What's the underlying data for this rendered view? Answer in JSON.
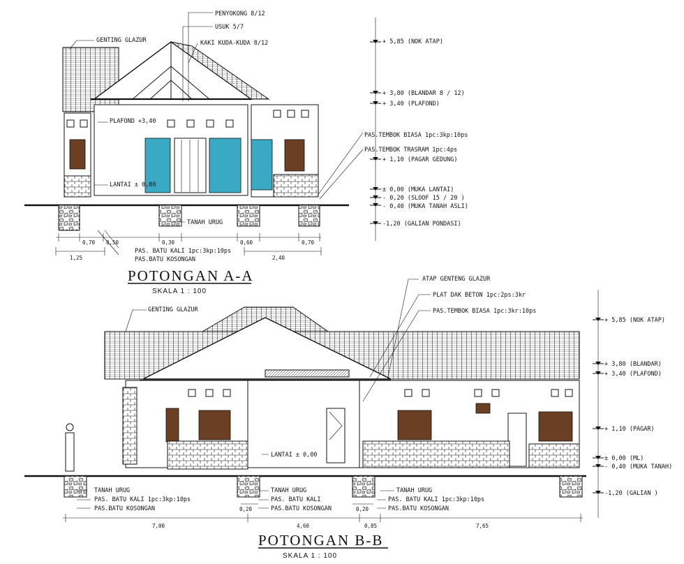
{
  "section_a": {
    "title": "POTONGAN A-A",
    "scale": "SKALA    1  :  100",
    "labels": {
      "genting": "GENTING GLAZUR",
      "penyokong": "PENYOKONG 8/12",
      "usuk": "USUK 5/7",
      "kaki_kuda": "KAKI KUDA-KUDA 8/12",
      "plafond": "PLAFOND +3,40",
      "lantai": "LANTAI ± 0,00",
      "tanah_urug": "TANAH URUG",
      "batu_kali": "PAS. BATU KALI 1pc:3kp:10ps",
      "batu_kosongan": "PAS.BATU KOSONGAN",
      "tembok_biasa": "PAS.TEMBOK BIASA 1pc:3kp:10ps",
      "tembok_trasram": "PAS.TEMBOK TRASRAM 1pc:4ps"
    },
    "levels": [
      "+ 5,85 (NOK ATAP)",
      "+ 3,80 (BLANDAR 8 / 12)",
      "+ 3,40 (PLAFOND)",
      "+ 1,10 (PAGAR GEDUNG)",
      "± 0,00 (MUKA LANTAI)",
      "- 0,20 (SLOOF 15 / 20 )",
      "- 0,40 (MUKA TANAH ASLI)",
      "-1,20 (GALIAN PONDASI)"
    ],
    "dims": {
      "d1": "0,70",
      "d2": "0,50",
      "d3": "0,30",
      "d4": "0,60",
      "d5": "0,70",
      "d6": "1,25",
      "d7": "2,40"
    }
  },
  "section_b": {
    "title": "POTONGAN B-B",
    "scale": "SKALA    1  :  100",
    "labels": {
      "atap": "ATAP GENTENG GLAZUR",
      "plat": "PLAT DAK BETON 1pc:2ps:3kr",
      "tembok": "PAS.TEMBOK BIASA 1pc:3kr:10ps",
      "genting": "GENTING GLAZUR",
      "lantai": "LANTAI ± 0,00",
      "tanah_urug1": "TANAH URUG",
      "batu_kali1": "PAS. BATU KALI 1pc:3kp:10ps",
      "batu_kosongan1": "PAS.BATU KOSONGAN",
      "tanah_urug2": "TANAH URUG",
      "batu_kali2": "PAS. BATU KALI",
      "batu_kosongan2": "PAS.BATU KOSONGAN",
      "tanah_urug3": "TANAH URUG",
      "batu_kali3": "PAS. BATU KALI 1pc:3kp:10ps",
      "batu_kosongan3": "PAS.BATU KOSONGAN"
    },
    "levels": [
      "+ 5,85 (NOK ATAP)",
      "+ 3,80 (BLANDAR)",
      "+ 3,40 (PLAFOND)",
      "+ 1,10 (PAGAR)",
      "± 0,00 (ML)",
      "- 0,40 (MUKA TANAH)",
      "-1,20 (GALIAN )"
    ],
    "dims": {
      "d1": "0,20",
      "d2": "0,20",
      "d3": "7,00",
      "d4": "4,60",
      "d5": "0,85",
      "d6": "7,65"
    }
  },
  "colors": {
    "line": "#111111",
    "glass": "#6b3f24",
    "door": "#3aa9c4"
  }
}
